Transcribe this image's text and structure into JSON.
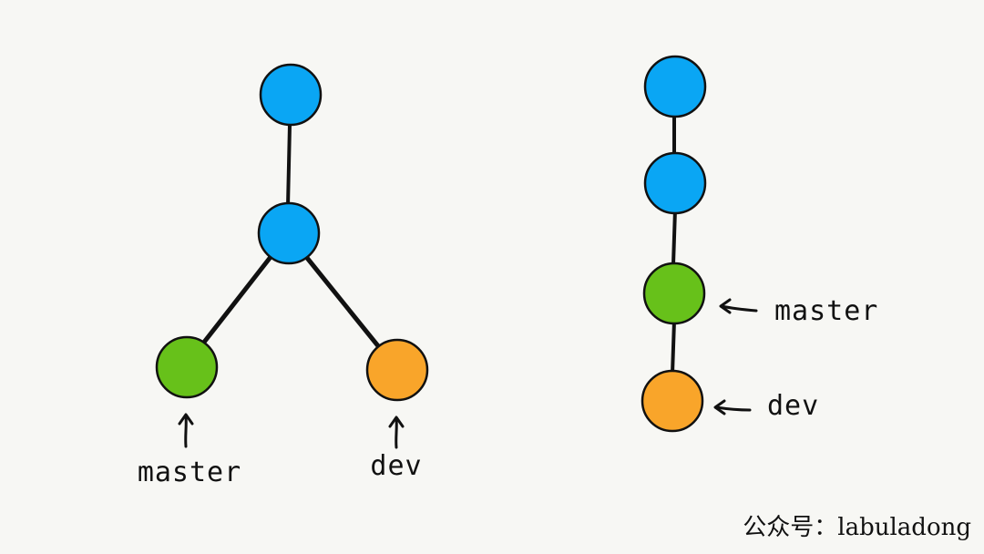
{
  "colors": {
    "commit_blue": "#0aa6f4",
    "commit_green": "#67c11a",
    "commit_orange": "#f9a52a",
    "line": "#111111",
    "background": "#f7f7f4"
  },
  "diagram_left": {
    "branch_labels": {
      "master": "master",
      "dev": "dev"
    }
  },
  "diagram_right": {
    "branch_labels": {
      "master": "master",
      "dev": "dev"
    }
  },
  "watermark": "公众号：labuladong"
}
